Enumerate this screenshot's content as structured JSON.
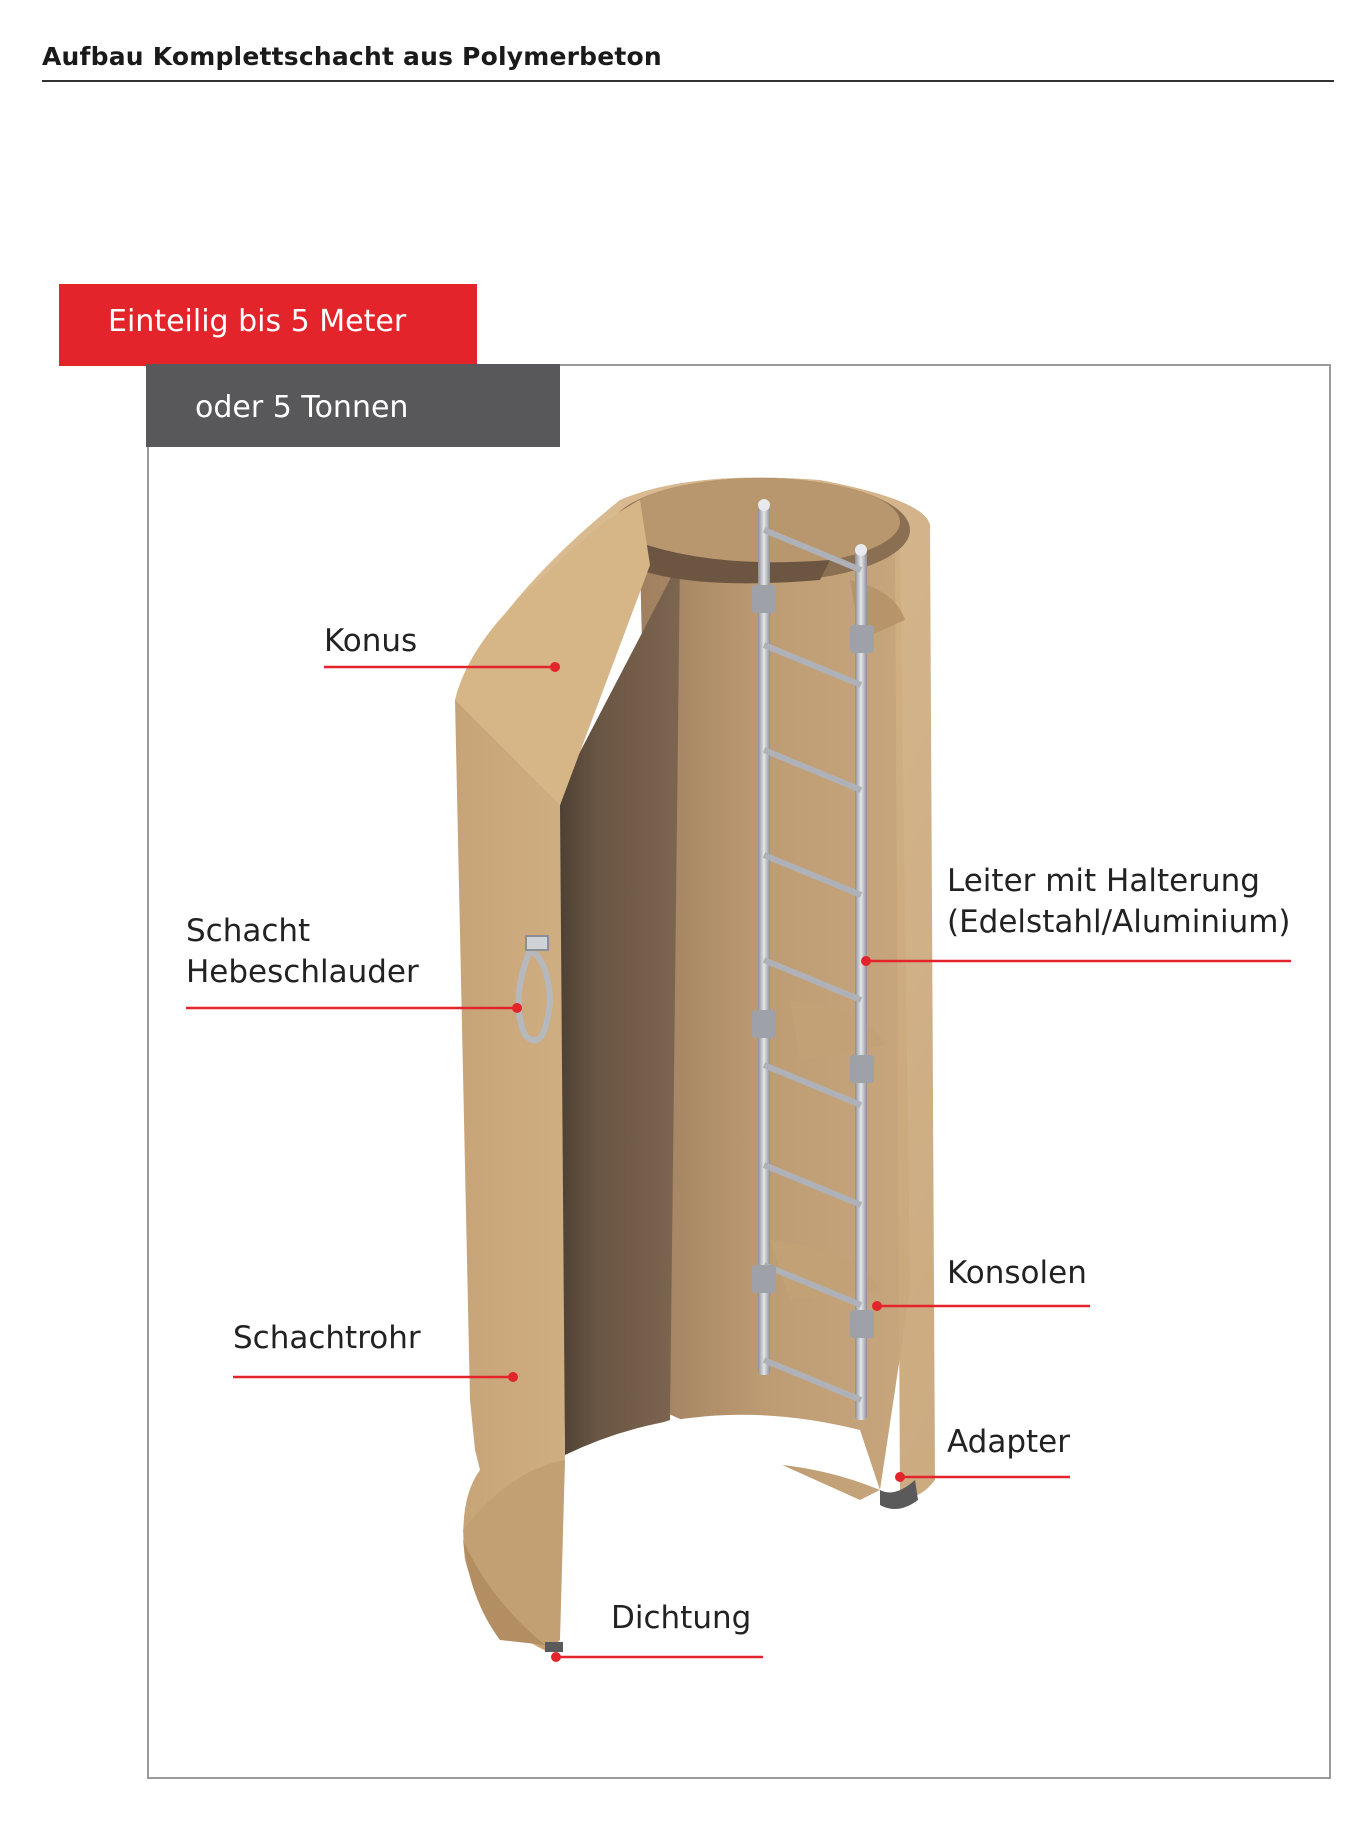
{
  "header": {
    "title": "Aufbau Komplettschacht aus Polymerbeton"
  },
  "badges": {
    "primary": "Einteilig bis 5 Meter",
    "secondary": "oder 5 Tonnen"
  },
  "labels": {
    "konus": "Konus",
    "hebeschlauder_line1": "Schacht",
    "hebeschlauder_line2": "Hebeschlauder",
    "leiter_line1": "Leiter mit Halterung",
    "leiter_line2": "(Edelstahl/Aluminium)",
    "konsolen": "Konsolen",
    "schachtrohr": "Schachtrohr",
    "adapter": "Adapter",
    "dichtung": "Dichtung"
  },
  "colors": {
    "accent_red": "#e3242b",
    "badge_grey": "#58585a",
    "concrete": "#c9a57a",
    "concrete_shadow": "#6e5a45",
    "steel": "#b8bcc2"
  }
}
